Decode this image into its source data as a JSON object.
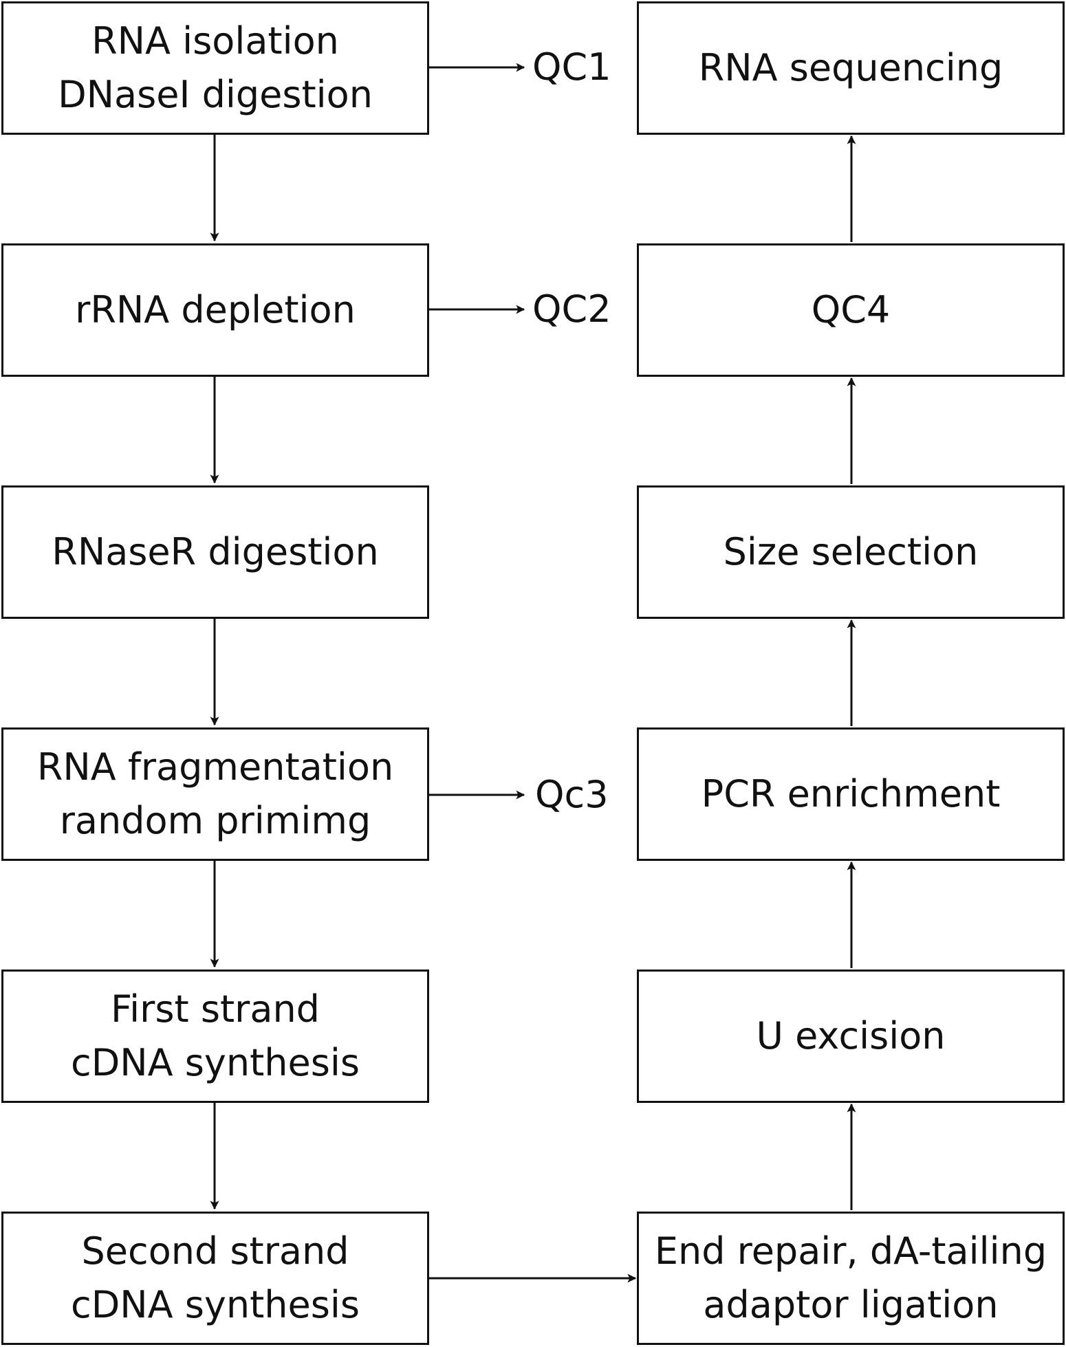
{
  "left_column": [
    {
      "id": "rna-isolation",
      "lines": [
        "RNA isolation",
        "DNaseI digestion"
      ]
    },
    {
      "id": "rrna-depletion",
      "lines": [
        "rRNA depletion"
      ]
    },
    {
      "id": "rnaser-digestion",
      "lines": [
        "RNaseR digestion"
      ]
    },
    {
      "id": "rna-fragmentation",
      "lines": [
        "RNA fragmentation",
        "random primimg"
      ]
    },
    {
      "id": "first-strand",
      "lines": [
        "First strand",
        "cDNA synthesis"
      ]
    },
    {
      "id": "second-strand",
      "lines": [
        "Second strand",
        "cDNA synthesis"
      ]
    }
  ],
  "right_column": [
    {
      "id": "rna-sequencing",
      "lines": [
        "RNA sequencing"
      ]
    },
    {
      "id": "qc4",
      "lines": [
        "QC4"
      ]
    },
    {
      "id": "size-selection",
      "lines": [
        "Size selection"
      ]
    },
    {
      "id": "pcr-enrichment",
      "lines": [
        "PCR enrichment"
      ]
    },
    {
      "id": "u-excision",
      "lines": [
        "U excision"
      ]
    },
    {
      "id": "end-repair",
      "lines": [
        "End repair, dA-tailing",
        "adaptor ligation"
      ]
    }
  ],
  "qc_labels": [
    "QC1",
    "QC2",
    "Qc3"
  ]
}
